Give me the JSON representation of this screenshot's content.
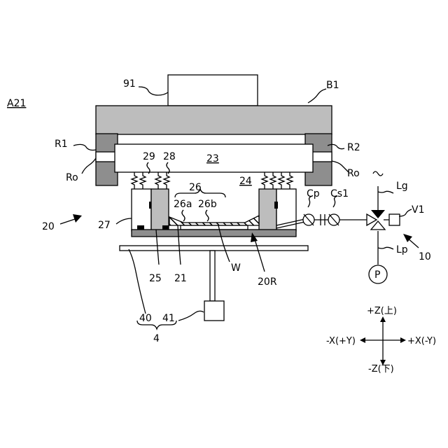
{
  "figure_id": "A21",
  "labels": {
    "l91": "91",
    "lB1": "B1",
    "lR1": "R1",
    "lR2": "R2",
    "lRo_left": "Ro",
    "lRo_right": "Ro",
    "l29": "29",
    "l28": "28",
    "l23": "23",
    "l24": "24",
    "l26": "26",
    "l26a": "26a",
    "l26b": "26b",
    "l20": "20",
    "l27": "27",
    "l25": "25",
    "l21": "21",
    "lW": "W",
    "l20R": "20R",
    "l40": "40",
    "l41": "41",
    "l4": "4",
    "lCp": "Cp",
    "lCs1": "Cs1",
    "lLg": "Lg",
    "lV1": "V1",
    "lLp": "Lp",
    "lP": "P",
    "l10": "10"
  },
  "axes": {
    "up": "+Z(上)",
    "down": "-Z(下)",
    "left": "-X(+Y)",
    "right": "+X(-Y)"
  },
  "colors": {
    "light_gray": "#bdbdbd",
    "dark_gray": "#8e8e8e",
    "line": "#000000"
  }
}
